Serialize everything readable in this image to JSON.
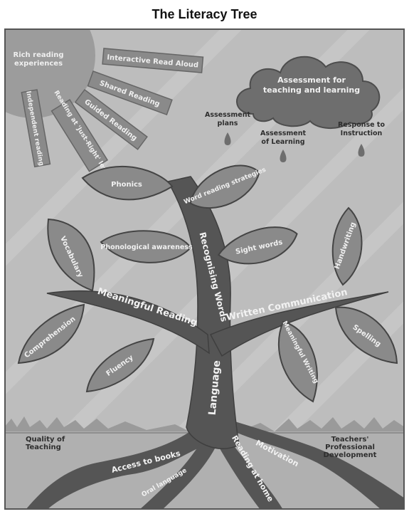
{
  "title": "The Literacy Tree",
  "sun": {
    "center_label": [
      "Rich reading",
      "experiences"
    ],
    "rays": [
      "Interactive Read Aloud",
      "Shared Reading",
      "Guided Reading",
      "Reading at 'Just-Right' level",
      "Independent reading"
    ]
  },
  "cloud": {
    "label": [
      "Assessment for",
      "teaching and learning"
    ],
    "drops": [
      {
        "label": [
          "Assessment",
          "plans"
        ]
      },
      {
        "label": [
          "Assessment",
          "of Learning"
        ]
      },
      {
        "label": [
          "Response to",
          "Instruction"
        ]
      }
    ]
  },
  "leaves": [
    "Phonics",
    "Word reading strategies",
    "Phonological awareness",
    "Sight words",
    "Vocabulary",
    "Handwriting",
    "Comprehension",
    "Fluency",
    "Meaningful Writing",
    "Spelling"
  ],
  "branches": {
    "left": "Meaningful Reading",
    "center": "Recognising Words",
    "right": "Written Communication",
    "trunk": "Language"
  },
  "ground": {
    "left": [
      "Quality of",
      "Teaching"
    ],
    "right": [
      "Teachers'",
      "Professional",
      "Development"
    ]
  },
  "roots": [
    "Access to books",
    "Oral language",
    "Reading at home",
    "Motivation"
  ],
  "colors": {
    "background": "#bdbdbd",
    "leaf": "#8a8a8a",
    "trunk": "#555555",
    "cloud": "#6e6e6e",
    "sun": "#9c9c9c",
    "ground": "#b0b0b0"
  }
}
